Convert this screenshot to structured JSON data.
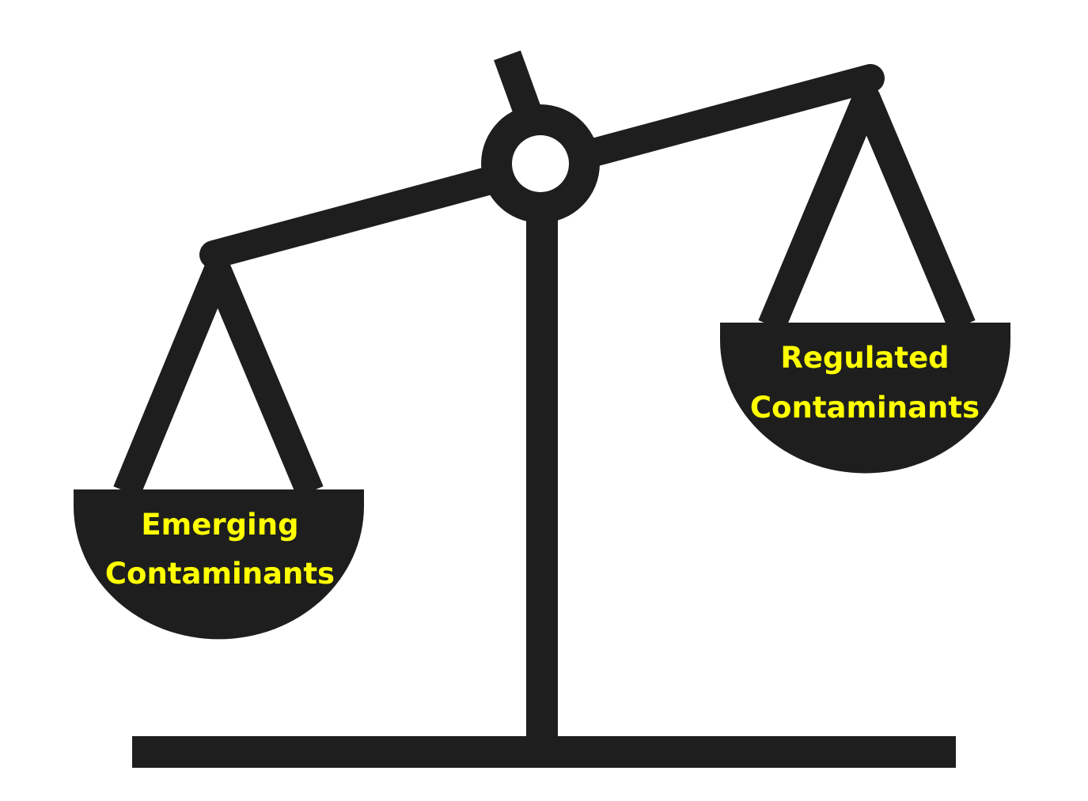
{
  "diagram": {
    "colors": {
      "ink": "#1e1e1e",
      "background": "#ffffff",
      "label": "#ffff00"
    },
    "left_pan": {
      "label_line1": "Emerging",
      "label_line2": "Contaminants"
    },
    "right_pan": {
      "label_line1": "Regulated",
      "label_line2": "Contaminants"
    }
  }
}
